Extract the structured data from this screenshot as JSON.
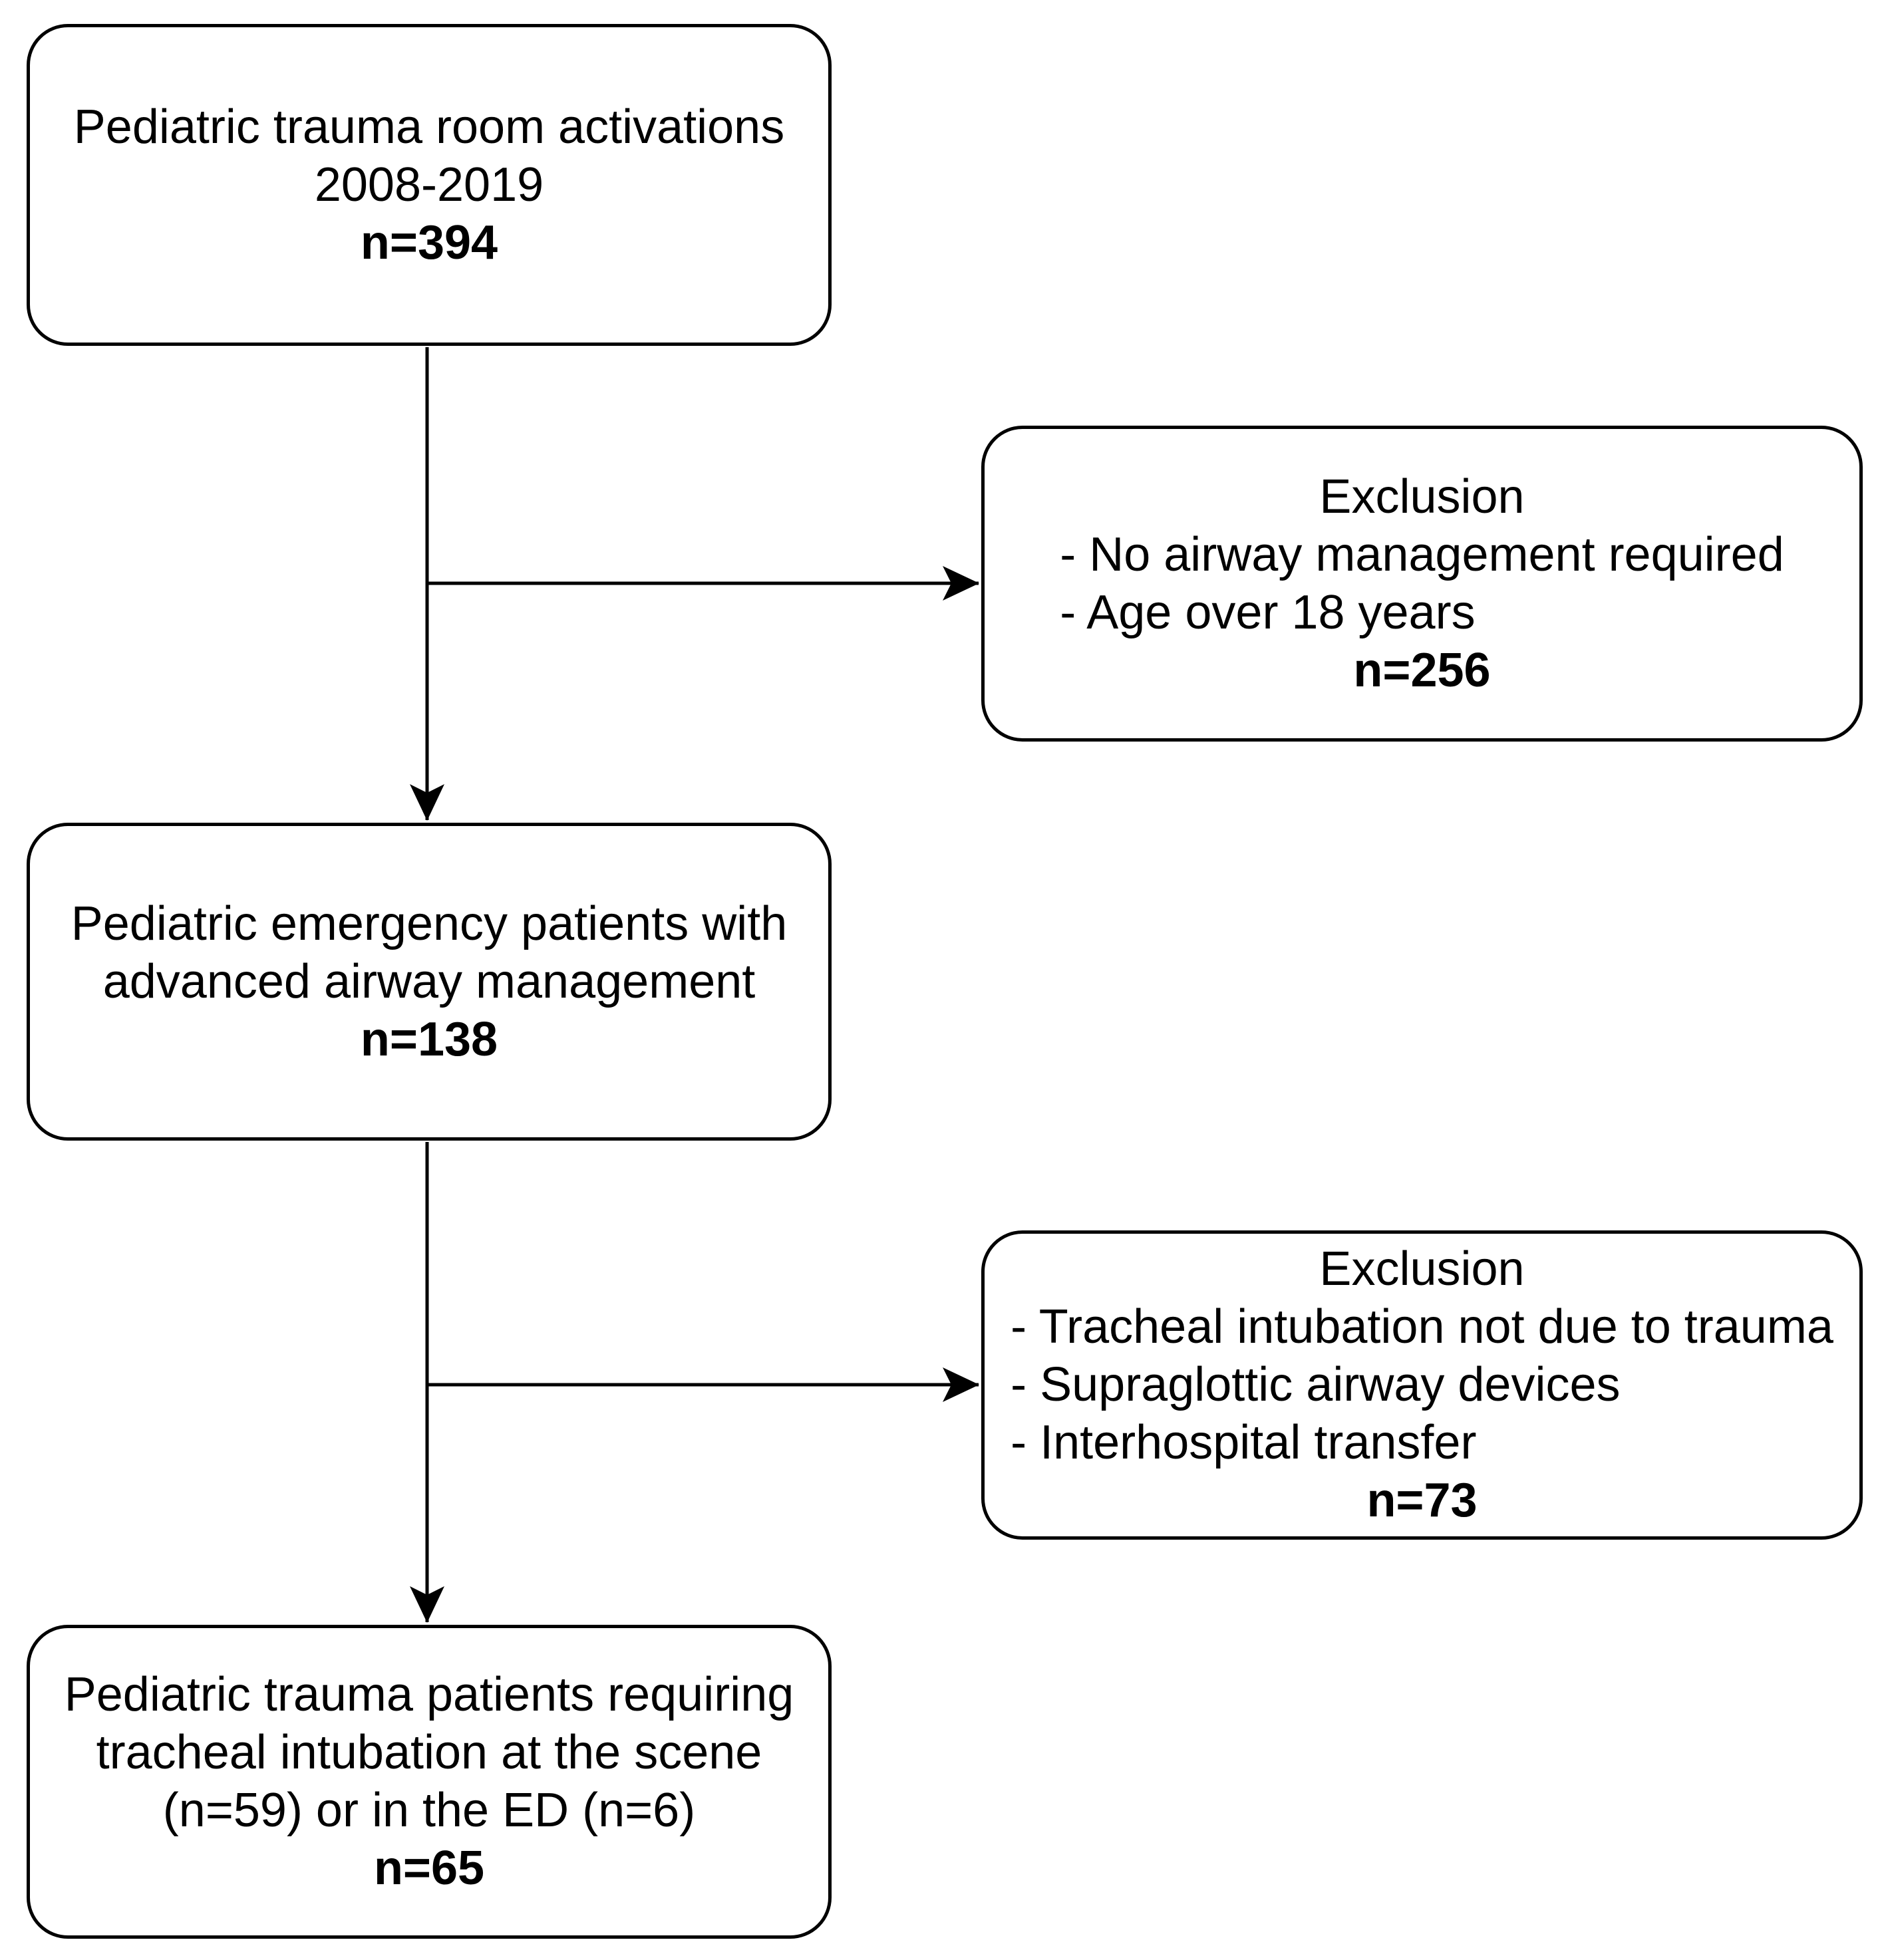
{
  "flowchart": {
    "background_color": "#ffffff",
    "line_color": "#000000",
    "box1": {
      "lines": [
        "Pediatric trauma room activations",
        "2008-2019"
      ],
      "count": "n=394"
    },
    "exclusion1": {
      "title": "Exclusion",
      "bullets": [
        "- No airway management required",
        "- Age over 18 years"
      ],
      "count": "n=256"
    },
    "box2": {
      "lines": [
        "Pediatric emergency patients with",
        "advanced airway management"
      ],
      "count": "n=138"
    },
    "exclusion2": {
      "title": "Exclusion",
      "bullets": [
        "- Tracheal intubation not due to trauma",
        "- Supraglottic airway devices",
        "- Interhospital transfer"
      ],
      "count": "n=73"
    },
    "box3": {
      "lines": [
        "Pediatric trauma patients requiring",
        "tracheal intubation at the scene",
        "(n=59) or in the ED (n=6)"
      ],
      "count": "n=65"
    }
  }
}
